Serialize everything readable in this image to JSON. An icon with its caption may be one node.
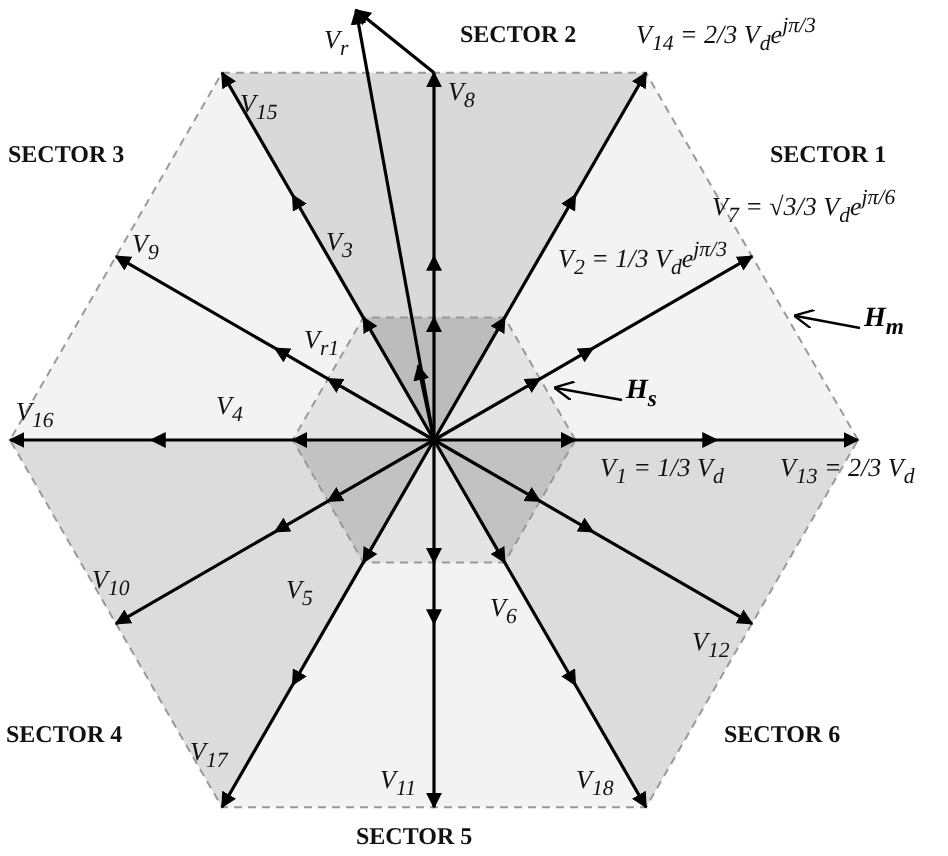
{
  "diagram": {
    "nodes": [
      {
        "text": [
          "H$_{m}$"
        ]
      },
      {
        "text": [
          "H$_{s}$"
        ]
      }
    ],
    "edges": [
      {
        "from": 0,
        "to": null,
        "arrow": "to"
      },
      {
        "from": 1,
        "to": null,
        "arrow": "to"
      }
    ],
    "labels": [
      "V$_{r}$",
      "SECTOR 2",
      "V$_{14}$ = 2/3 V$_{d}$e$^{jπ/3}$",
      "V$_{15}$",
      "V$_{8}$",
      "SECTOR 3",
      "SECTOR 1",
      "V$_{9}$",
      "V$_{3}$",
      "V$_{2}$ = 1/3 V$_{d}$e$^{jπ/3}$",
      "V$_{7}$ = √3/3 V$_{d}$e$^{jπ/6}$",
      "V$_{r1}$",
      "V$_{16}$",
      "V$_{4}$",
      "V$_{1}$ = 1/3 V$_{d}$",
      "V$_{13}$ = 2/3 V$_{d}$",
      "V$_{10}$",
      "V$_{5}$",
      "V$_{6}$",
      "V$_{12}$",
      "SECTOR 4",
      "SECTOR 6",
      "V$_{17}$",
      "V$_{11}$",
      "V$_{18}$",
      "SECTOR 5"
    ]
  }
}
